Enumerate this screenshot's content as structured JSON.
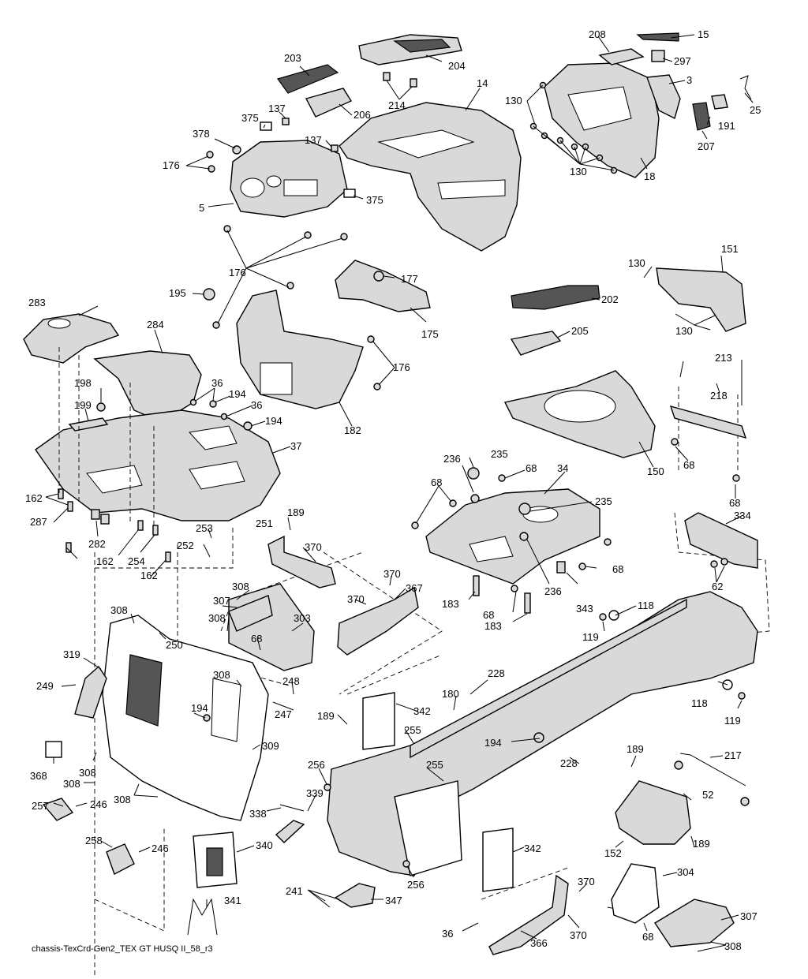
{
  "caption": "chassis-TexCrd-Gen2_TEX GT HUSQ II_58_r3",
  "callouts": {
    "c3": "3",
    "c5": "5",
    "c14": "14",
    "c15": "15",
    "c18": "18",
    "c25": "25",
    "c34": "34",
    "c36": "36",
    "c37": "37",
    "c52": "52",
    "c62": "62",
    "c68": "68",
    "c118": "118",
    "c119": "119",
    "c130": "130",
    "c137": "137",
    "c150": "150",
    "c151": "151",
    "c152": "152",
    "c162": "162",
    "c175": "175",
    "c176": "176",
    "c177": "177",
    "c180": "180",
    "c182": "182",
    "c183": "183",
    "c189": "189",
    "c191": "191",
    "c194": "194",
    "c195": "195",
    "c198": "198",
    "c199": "199",
    "c202": "202",
    "c203": "203",
    "c204": "204",
    "c205": "205",
    "c206": "206",
    "c207": "207",
    "c208": "208",
    "c213": "213",
    "c214": "214",
    "c217": "217",
    "c218": "218",
    "c228": "228",
    "c235": "235",
    "c236": "236",
    "c241": "241",
    "c246": "246",
    "c247": "247",
    "c248": "248",
    "c249": "249",
    "c250": "250",
    "c251": "251",
    "c252": "252",
    "c253": "253",
    "c254": "254",
    "c255": "255",
    "c256": "256",
    "c257": "257",
    "c258": "258",
    "c282": "282",
    "c283": "283",
    "c284": "284",
    "c287": "287",
    "c297": "297",
    "c303": "303",
    "c304": "304",
    "c307": "307",
    "c308": "308",
    "c309": "309",
    "c319": "319",
    "c334": "334",
    "c338": "338",
    "c339": "339",
    "c340": "340",
    "c341": "341",
    "c342": "342",
    "c343": "343",
    "c347": "347",
    "c366": "366",
    "c367": "367",
    "c368": "368",
    "c370": "370",
    "c375": "375",
    "c378": "378"
  }
}
